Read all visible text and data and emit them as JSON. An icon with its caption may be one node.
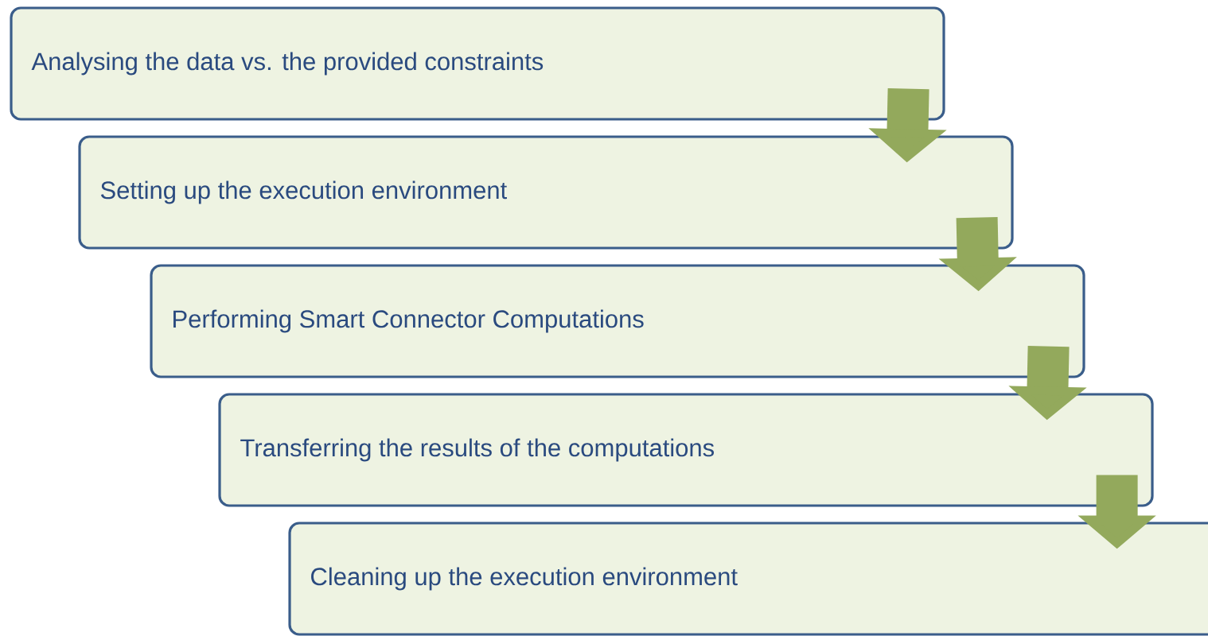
{
  "diagram": {
    "nodes": [
      {
        "text": [
          "Analysing the data vs. the provided constraints"
        ]
      },
      {
        "text": [
          "Setting up the execution environment"
        ]
      },
      {
        "text": [
          "Performing Smart Connector Computations"
        ]
      },
      {
        "text": [
          "Transferring the results of the computations"
        ]
      },
      {
        "text": [
          "Cleaning up the execution environment"
        ]
      }
    ],
    "edges": [
      {
        "from": 0,
        "to": 1,
        "arrow": "to"
      },
      {
        "from": 1,
        "to": 2,
        "arrow": "to"
      },
      {
        "from": 2,
        "to": 3,
        "arrow": "to"
      },
      {
        "from": 3,
        "to": 4,
        "arrow": "to"
      }
    ]
  }
}
